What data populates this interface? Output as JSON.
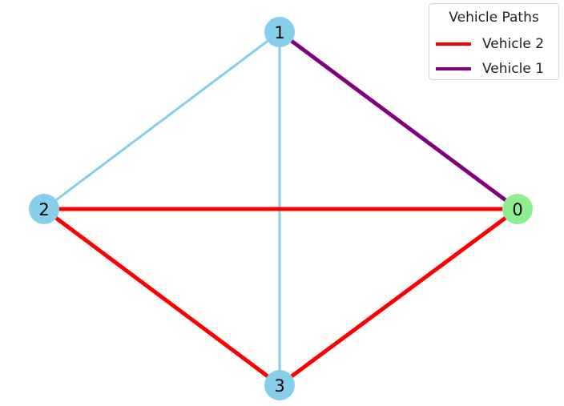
{
  "colors": {
    "node_default": "#87ceeb",
    "node_depot": "#90ee90",
    "edge_default": "#87ceeb"
  },
  "nodes": [
    {
      "id": "0",
      "label": "0",
      "depot": true
    },
    {
      "id": "1",
      "label": "1",
      "depot": false
    },
    {
      "id": "2",
      "label": "2",
      "depot": false
    },
    {
      "id": "3",
      "label": "3",
      "depot": false
    }
  ],
  "edges": [
    {
      "from": "1",
      "to": "2",
      "route": null
    },
    {
      "from": "1",
      "to": "3",
      "route": null
    },
    {
      "from": "0",
      "to": "1",
      "route": "Vehicle 1"
    },
    {
      "from": "2",
      "to": "0",
      "route": "Vehicle 2"
    },
    {
      "from": "2",
      "to": "3",
      "route": "Vehicle 2"
    },
    {
      "from": "3",
      "to": "0",
      "route": "Vehicle 2"
    }
  ],
  "legend": {
    "title": "Vehicle Paths",
    "entries": [
      {
        "label": "Vehicle 2",
        "color": "#ff0000"
      },
      {
        "label": "Vehicle 1",
        "color": "#800080"
      }
    ]
  }
}
